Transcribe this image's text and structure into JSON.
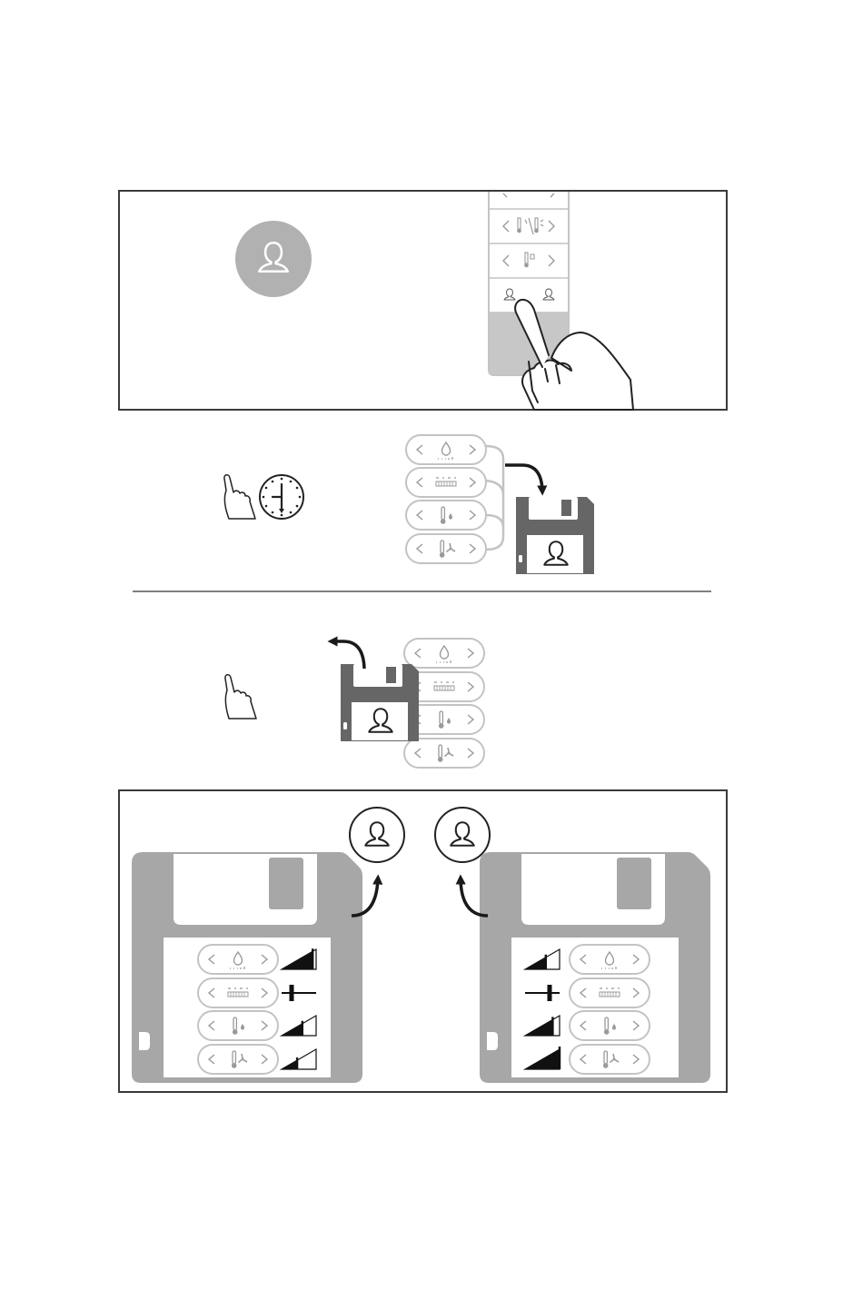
{
  "colors": {
    "frame": "#3a3a3a",
    "avatar_fill": "#b1b1b1",
    "floppy_dark": "#666666",
    "floppy_light": "#a7a7a7",
    "control_outline": "#c3c3c3",
    "icon_grey": "#9a9a9a",
    "panel_outline": "#c4c4c4",
    "panel_fill": "#c7c7c7",
    "arrow": "#1a1a1a",
    "divider": "#555555"
  },
  "icons": {
    "avatar": "user-profile-icon",
    "touch": "finger-tap-icon",
    "hold": "finger-press-hold-icon",
    "clock": "clock-timer-icon",
    "save": "floppy-disk-icon",
    "humidity": "water-drop-icon",
    "display": "level-display-icon",
    "temperature": "thermometer-icon",
    "fan": "fan-icon",
    "prev": "chevron-left-icon",
    "next": "chevron-right-icon"
  },
  "control_rows": [
    "humidity",
    "display",
    "temperature",
    "fan"
  ],
  "saved_profiles": [
    {
      "levels": [
        0.9,
        "mid",
        0.6,
        0.45
      ]
    },
    {
      "levels": [
        0.6,
        "mid",
        0.8,
        1.0
      ]
    }
  ]
}
